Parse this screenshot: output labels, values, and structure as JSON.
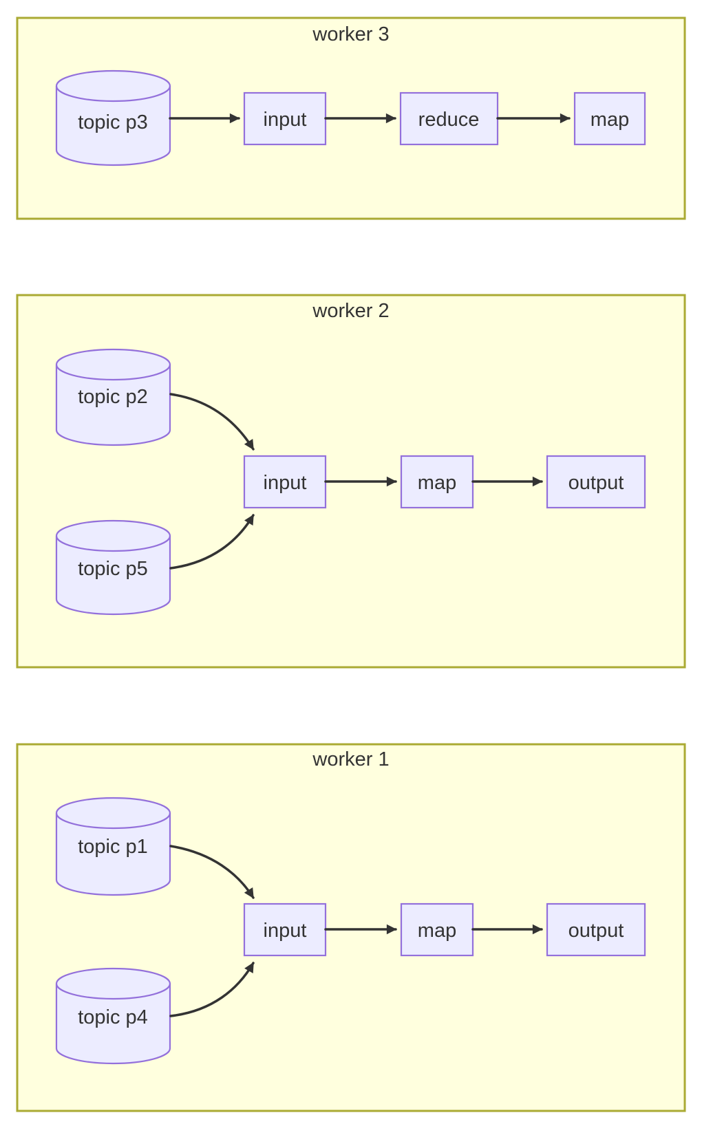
{
  "diagram_type": "worker-pipeline-flowchart",
  "workers": {
    "w3": {
      "title": "worker 3",
      "topic1": "topic p3",
      "node1": "input",
      "node2": "reduce",
      "node3": "map"
    },
    "w2": {
      "title": "worker 2",
      "topic1": "topic p2",
      "topic2": "topic p5",
      "node1": "input",
      "node2": "map",
      "node3": "output"
    },
    "w1": {
      "title": "worker 1",
      "topic1": "topic p1",
      "topic2": "topic p4",
      "node1": "input",
      "node2": "map",
      "node3": "output"
    }
  },
  "colors": {
    "cluster_fill": "#ffffde",
    "cluster_border": "#aaaa33",
    "node_fill": "#ececff",
    "node_border": "#9370db",
    "text": "#333333",
    "arrow": "#333333",
    "background": "#ffffff"
  }
}
